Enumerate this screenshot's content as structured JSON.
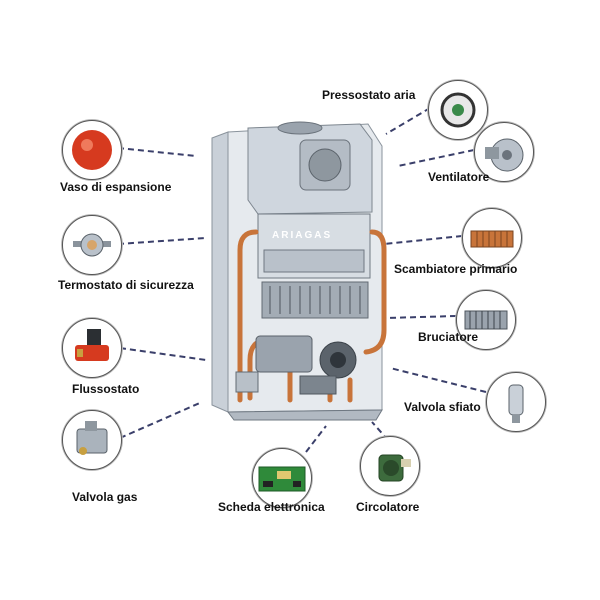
{
  "brand": "ARIAGAS",
  "components": [
    {
      "id": "vaso",
      "label": "Vaso di espansione",
      "icon": "expansion-vessel-icon"
    },
    {
      "id": "termostato",
      "label": "Termostato di sicurezza",
      "icon": "safety-thermostat-icon"
    },
    {
      "id": "flussostato",
      "label": "Flussostato",
      "icon": "flow-switch-icon"
    },
    {
      "id": "valvola-gas",
      "label": "Valvola gas",
      "icon": "gas-valve-icon"
    },
    {
      "id": "scheda",
      "label": "Scheda elettronica",
      "icon": "circuit-board-icon"
    },
    {
      "id": "circolatore",
      "label": "Circolatore",
      "icon": "circulator-pump-icon"
    },
    {
      "id": "pressostato",
      "label": "Pressostato aria",
      "icon": "air-pressure-switch-icon"
    },
    {
      "id": "ventilatore",
      "label": "Ventilatore",
      "icon": "fan-icon"
    },
    {
      "id": "scambiatore",
      "label": "Scambiatore primario",
      "icon": "heat-exchanger-icon"
    },
    {
      "id": "bruciatore",
      "label": "Bruciatore",
      "icon": "burner-icon"
    },
    {
      "id": "sfiato",
      "label": "Valvola sfiato",
      "icon": "air-vent-valve-icon"
    }
  ],
  "colors": {
    "leader": "#3a3f6a",
    "copper": "#c8743a",
    "vessel": "#d63a1f",
    "boiler": "#dde3ea"
  }
}
